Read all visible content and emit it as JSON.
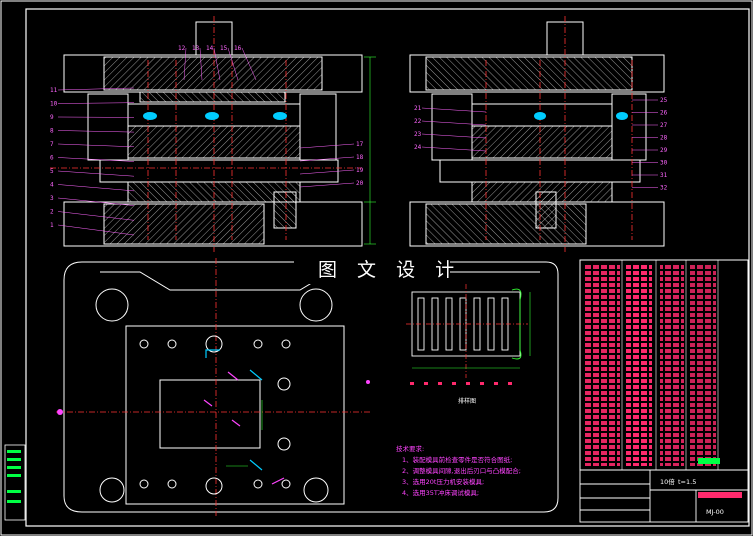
{
  "watermark": "图 文 设 计",
  "layout_caption": "排样图",
  "tech_notes": {
    "heading": "技术要求:",
    "items": [
      "1、装配模具前检查零件是否符合图纸;",
      "2、调整模具间隙,退出后刃口与凸模配合;",
      "3、选用20t压力机安装模具;",
      "4、选用35T冲床调试模具;"
    ]
  },
  "title_block": {
    "scale": "10倍",
    "thickness": "t=1.5",
    "drawing_no": "MJ-00"
  },
  "left_labels": [
    "11",
    "10",
    "9",
    "8",
    "7",
    "6",
    "5",
    "4",
    "3",
    "2",
    "1"
  ],
  "top_labels": [
    "12",
    "13",
    "14",
    "15",
    "16"
  ],
  "right_labels_a": [
    "17",
    "18",
    "19",
    "20"
  ],
  "mid_labels": [
    "21",
    "22",
    "23",
    "24"
  ],
  "right_labels_b": [
    "25",
    "26",
    "27",
    "28",
    "29",
    "30",
    "31",
    "32"
  ],
  "colors": {
    "background": "#000000",
    "outline": "#ffffff",
    "centerline": "#ff3333",
    "dimension": "#33ff33",
    "label": "#ff66ff",
    "accent": "#00ccff"
  }
}
